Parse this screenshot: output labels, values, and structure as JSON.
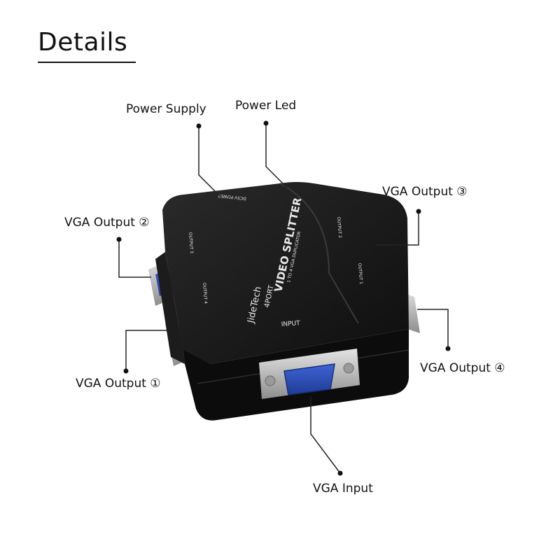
{
  "heading": "Details",
  "callouts": {
    "power_supply": "Power Supply",
    "power_led": "Power Led",
    "vga_output_3": "VGA Output ③",
    "vga_output_2": "VGA Output ②",
    "vga_output_4": "VGA Output ④",
    "vga_output_1": "VGA Output ①",
    "vga_input": "VGA Input"
  },
  "device": {
    "brand": "JideTech",
    "title": "VIDEO SPLITTER",
    "port_badge": "4PORT",
    "subtitle": "1 TO 4 VGA DUPLICATOR",
    "input_label": "INPUT",
    "power_label": "DC5V POWER",
    "output_labels": {
      "out1": "OUTPUT 1",
      "out2": "OUTPUT 2",
      "out3": "OUTPUT 3",
      "out4": "OUTPUT 4"
    }
  },
  "colors": {
    "background": "#ffffff",
    "device_body": "#141414",
    "vga_port_blue": "#2a4fb8",
    "connector_metal": "#c8c8c8",
    "leader_line": "#222222"
  }
}
